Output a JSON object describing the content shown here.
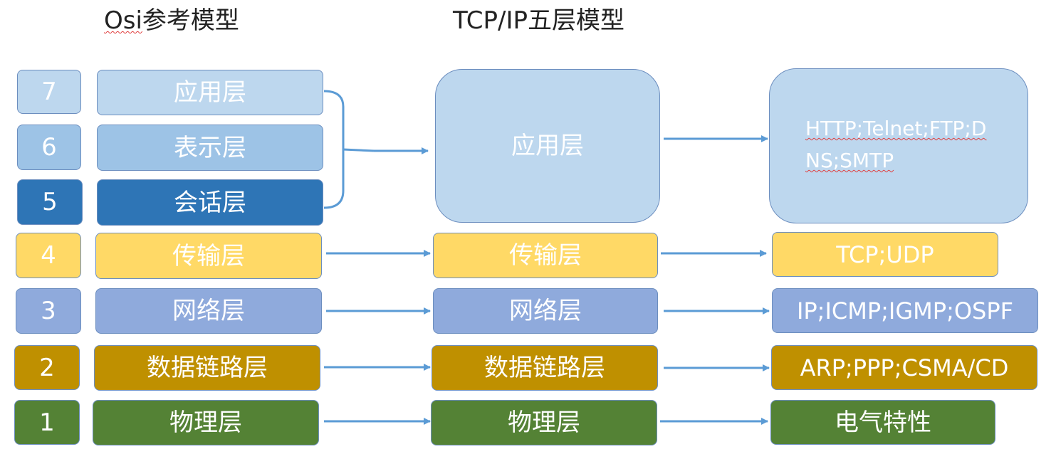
{
  "titles": {
    "osi_prefix": "Osi",
    "osi_suffix": "参考模型",
    "tcpip": "TCP/IP五层模型"
  },
  "osi_layers": [
    {
      "number": "7",
      "name": "应用层",
      "color": "#bdd7ee"
    },
    {
      "number": "6",
      "name": "表示层",
      "color": "#9dc3e6"
    },
    {
      "number": "5",
      "name": "会话层",
      "color": "#2e75b6"
    },
    {
      "number": "4",
      "name": "传输层",
      "color": "#ffd966"
    },
    {
      "number": "3",
      "name": "网络层",
      "color": "#8faadc"
    },
    {
      "number": "2",
      "name": "数据链路层",
      "color": "#bf9000"
    },
    {
      "number": "1",
      "name": "物理层",
      "color": "#548235"
    }
  ],
  "tcpip_layers": [
    {
      "name": "应用层",
      "color": "#bdd7ee"
    },
    {
      "name": "传输层",
      "color": "#ffd966"
    },
    {
      "name": "网络层",
      "color": "#8faadc"
    },
    {
      "name": "数据链路层",
      "color": "#bf9000"
    },
    {
      "name": "物理层",
      "color": "#548235"
    }
  ],
  "protocols": [
    {
      "lines": [
        "HTTP;Telnet;FTP;D",
        "NS;SMTP"
      ],
      "color": "#bdd7ee"
    },
    {
      "text": "TCP;UDP",
      "color": "#ffd966"
    },
    {
      "text": "IP;ICMP;IGMP;OSPF",
      "color": "#8faadc"
    },
    {
      "text": "ARP;PPP;CSMA/CD",
      "color": "#bf9000"
    },
    {
      "text": "电气特性",
      "color": "#548235"
    }
  ],
  "colors": {
    "connector": "#5b9bd5",
    "border": "#6c8ebf"
  }
}
